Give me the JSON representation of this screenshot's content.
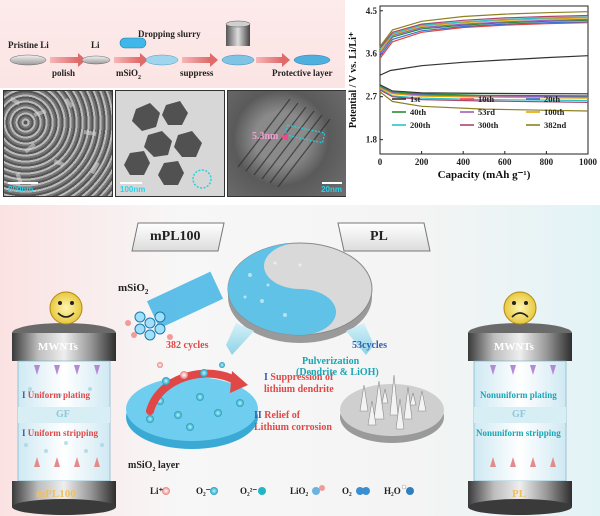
{
  "process": {
    "pristine": "Pristine Li",
    "li": "Li",
    "polish": "polish",
    "msio2": "mSiO",
    "msio2_sub": "2",
    "dropping": "Dropping slurry",
    "suppress": "suppress",
    "protective": "Protective layer"
  },
  "micrographs": [
    {
      "scale": "800nm"
    },
    {
      "scale": "100nm"
    },
    {
      "scale": "20nm",
      "annotation": "5.3nm"
    }
  ],
  "chart_data": {
    "type": "line",
    "xlabel": "Capacity (mAh g⁻¹)",
    "ylabel": "Potential / V vs. Li/Li⁺",
    "xlim": [
      0,
      1000
    ],
    "ylim": [
      1.5,
      4.6
    ],
    "xticks": [
      0,
      200,
      400,
      600,
      800,
      1000
    ],
    "yticks": [
      1.8,
      2.7,
      3.6,
      4.5
    ],
    "legend_position": "bottom-center",
    "series": [
      {
        "name": "1st",
        "color": "#333333",
        "charge": [
          [
            0,
            3.15
          ],
          [
            50,
            3.25
          ],
          [
            200,
            3.35
          ],
          [
            400,
            3.42
          ],
          [
            600,
            3.47
          ],
          [
            800,
            3.52
          ],
          [
            1000,
            3.56
          ]
        ],
        "discharge": [
          [
            0,
            2.95
          ],
          [
            60,
            2.82
          ],
          [
            200,
            2.78
          ],
          [
            500,
            2.77
          ],
          [
            1000,
            2.76
          ]
        ]
      },
      {
        "name": "10th",
        "color": "#e8453c",
        "charge": [
          [
            0,
            3.5
          ],
          [
            60,
            3.85
          ],
          [
            200,
            4.05
          ],
          [
            400,
            4.15
          ],
          [
            600,
            4.2
          ],
          [
            800,
            4.23
          ],
          [
            1000,
            4.25
          ]
        ],
        "discharge": [
          [
            0,
            2.9
          ],
          [
            60,
            2.78
          ],
          [
            200,
            2.74
          ],
          [
            500,
            2.72
          ],
          [
            1000,
            2.71
          ]
        ]
      },
      {
        "name": "20th",
        "color": "#3b6fd6",
        "charge": [
          [
            0,
            3.55
          ],
          [
            60,
            3.9
          ],
          [
            200,
            4.08
          ],
          [
            400,
            4.17
          ],
          [
            600,
            4.22
          ],
          [
            800,
            4.25
          ],
          [
            1000,
            4.27
          ]
        ],
        "discharge": [
          [
            0,
            2.9
          ],
          [
            60,
            2.78
          ],
          [
            200,
            2.74
          ],
          [
            500,
            2.72
          ],
          [
            1000,
            2.7
          ]
        ]
      },
      {
        "name": "40th",
        "color": "#2c8a3e",
        "charge": [
          [
            0,
            3.6
          ],
          [
            60,
            3.95
          ],
          [
            200,
            4.12
          ],
          [
            400,
            4.2
          ],
          [
            600,
            4.25
          ],
          [
            800,
            4.28
          ],
          [
            1000,
            4.3
          ]
        ],
        "discharge": [
          [
            0,
            2.92
          ],
          [
            60,
            2.8
          ],
          [
            200,
            2.76
          ],
          [
            500,
            2.73
          ],
          [
            1000,
            2.72
          ]
        ]
      },
      {
        "name": "53rd",
        "color": "#9b5fc0",
        "charge": [
          [
            0,
            3.6
          ],
          [
            60,
            3.98
          ],
          [
            200,
            4.15
          ],
          [
            400,
            4.22
          ],
          [
            600,
            4.27
          ],
          [
            800,
            4.3
          ],
          [
            1000,
            4.32
          ]
        ],
        "discharge": [
          [
            0,
            2.9
          ],
          [
            60,
            2.78
          ],
          [
            200,
            2.73
          ],
          [
            500,
            2.71
          ],
          [
            1000,
            2.69
          ]
        ]
      },
      {
        "name": "100th",
        "color": "#e6a700",
        "charge": [
          [
            0,
            3.65
          ],
          [
            60,
            4.0
          ],
          [
            200,
            4.18
          ],
          [
            400,
            4.25
          ],
          [
            600,
            4.3
          ],
          [
            800,
            4.33
          ],
          [
            1000,
            4.35
          ]
        ],
        "discharge": [
          [
            0,
            2.88
          ],
          [
            60,
            2.76
          ],
          [
            200,
            2.71
          ],
          [
            500,
            2.69
          ],
          [
            1000,
            2.67
          ]
        ]
      },
      {
        "name": "200th",
        "color": "#2cc3c8",
        "charge": [
          [
            0,
            3.7
          ],
          [
            60,
            4.02
          ],
          [
            200,
            4.2
          ],
          [
            400,
            4.27
          ],
          [
            600,
            4.32
          ],
          [
            800,
            4.35
          ],
          [
            1000,
            4.37
          ]
        ],
        "discharge": [
          [
            0,
            2.86
          ],
          [
            60,
            2.72
          ],
          [
            200,
            2.67
          ],
          [
            500,
            2.64
          ],
          [
            1000,
            2.62
          ]
        ]
      },
      {
        "name": "300th",
        "color": "#b0446b",
        "charge": [
          [
            0,
            3.72
          ],
          [
            60,
            4.05
          ],
          [
            200,
            4.22
          ],
          [
            400,
            4.3
          ],
          [
            600,
            4.35
          ],
          [
            800,
            4.38
          ],
          [
            1000,
            4.4
          ]
        ],
        "discharge": [
          [
            0,
            2.84
          ],
          [
            60,
            2.7
          ],
          [
            200,
            2.64
          ],
          [
            500,
            2.61
          ],
          [
            1000,
            2.58
          ]
        ]
      },
      {
        "name": "382nd",
        "color": "#8c8020",
        "charge": [
          [
            0,
            3.75
          ],
          [
            60,
            4.1
          ],
          [
            200,
            4.28
          ],
          [
            400,
            4.38
          ],
          [
            600,
            4.43
          ],
          [
            800,
            4.46
          ],
          [
            1000,
            4.48
          ]
        ],
        "discharge": [
          [
            0,
            2.8
          ],
          [
            60,
            2.6
          ],
          [
            200,
            2.5
          ],
          [
            500,
            2.44
          ],
          [
            1000,
            2.4
          ]
        ]
      }
    ]
  },
  "bottom": {
    "tab_left": "mPL100",
    "tab_right": "PL",
    "msio2": "mSiO",
    "msio2_sub": "2",
    "cycles_left": "382 cycles",
    "cycles_right": "53cycles",
    "pulverization_1": "Pulverization",
    "pulverization_2": "(Dendrite & LiOH)",
    "mech1_num": "I",
    "mech1_1": "Suppression of",
    "mech1_2": "lithium dendrite",
    "mech2_num": "II",
    "mech2_1": "Relief of",
    "mech2_2": "Lithium corrosion",
    "layer_label": "mSiO",
    "layer_sub": "2",
    "layer_suffix": " layer",
    "left_cell": {
      "top": "MWNTs",
      "p1_num": "I",
      "p1": "Uniform plating",
      "gf": "GF",
      "p2_num": "I",
      "p2": "Uniform stripping",
      "bottom": "mPL100"
    },
    "right_cell": {
      "top": "MWNTs",
      "p1": "Nonuniform plating",
      "gf": "GF",
      "p2": "Nonuniform stripping",
      "bottom": "PL"
    },
    "legend": [
      {
        "label": "Li⁺",
        "color": "#f29a9a"
      },
      {
        "label": "O₂⁻",
        "color": "#2a9fc6"
      },
      {
        "label": "O₂²⁻",
        "color": "#1fb7c4"
      },
      {
        "label": "LiO₂",
        "color": "#6ab3e0"
      },
      {
        "label": "O₂",
        "color": "#3a8fd0"
      },
      {
        "label": "H₂O",
        "color": "#2f7fc0"
      }
    ]
  },
  "colors": {
    "accent_red": "#e8453c",
    "accent_teal": "#1aa6b5",
    "accent_blue": "#2f5fb0"
  }
}
